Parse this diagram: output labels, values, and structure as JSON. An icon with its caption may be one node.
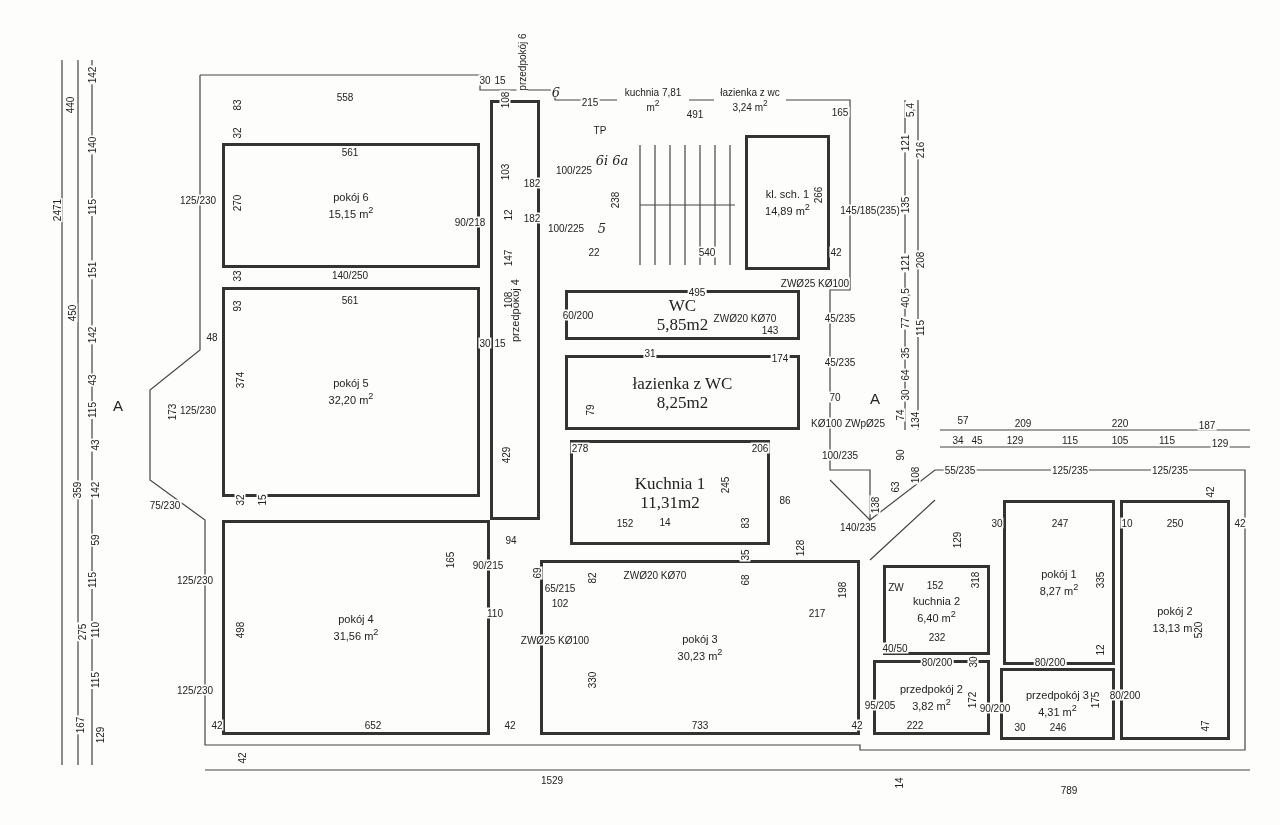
{
  "diagram": {
    "nodes": [
      {
        "text": [
          "pokój 6",
          "15,15 m$^{2}$"
        ]
      },
      {
        "text": [
          "pokój 5",
          "32,20 m$^{2}$"
        ]
      },
      {
        "text": [
          "pokój 4",
          "31,56 m$^{2}$"
        ]
      },
      {
        "text": [
          "pokój 3",
          "30,23 m$^{2}$"
        ]
      },
      {
        "text": [
          "kl. sch. 1",
          "14,89 m$^{2}$"
        ]
      },
      {
        "text": [
          "WC",
          "5,85m2"
        ]
      },
      {
        "text": [
          "łazienka z WC",
          "8,25m2"
        ]
      },
      {
        "text": [
          "Kuchnia 1",
          "11,31m2"
        ]
      },
      {
        "text": [
          "przedpokój 4"
        ]
      },
      {
        "text": [
          "kuchnia 2",
          "6,40 m$^{2}$"
        ]
      },
      {
        "text": [
          "pokój 1",
          "8,27 m$^{2}$"
        ]
      },
      {
        "text": [
          "pokój 2",
          "13,13 m$^{2}$"
        ]
      },
      {
        "text": [
          "przedpokój 2",
          "3,82 m$^{2}$"
        ]
      },
      {
        "text": [
          "przedpokój 3",
          "4,31 m$^{2}$"
        ]
      }
    ],
    "labels": [
      "przedpokój 6",
      "6",
      "215",
      "kuchnia 7,81 m$^{2}$",
      "łazienka z wc 3,24 m$^{2}$",
      "491",
      "165",
      "30",
      "15",
      "558",
      "83",
      "32",
      "561",
      "108",
      "TP",
      "6i 6a",
      "100/225",
      "182",
      "103",
      "238",
      "266",
      "145/185(235)",
      "2471",
      "440",
      "142",
      "140",
      "115",
      "151",
      "450",
      "125/230",
      "270",
      "12",
      "90/218",
      "182",
      "100/225",
      "5",
      "22",
      "540",
      "42",
      "147",
      "33",
      "140/250",
      "561",
      "93",
      "495",
      "ZWØ25 KØ100",
      "60/200",
      "ZWØ20 KØ70",
      "143",
      "45/235",
      "108",
      "48",
      "30",
      "15",
      "31",
      "174",
      "45/235",
      "142",
      "43",
      "A",
      "125/230",
      "173",
      "374",
      "429",
      "79",
      "70",
      "A",
      "KØ100 ZWpØ25",
      "278",
      "206",
      "100/235",
      "115",
      "43",
      "359",
      "142",
      "75/230",
      "32",
      "15",
      "245",
      "86",
      "138",
      "140/235",
      "59",
      "94",
      "152",
      "14",
      "83",
      "165",
      "90/215",
      "69",
      "65/215",
      "35",
      "82",
      "ZWØ20 KØ70",
      "68",
      "128",
      "198",
      "102",
      "110",
      "ZWØ25 KØ100",
      "217",
      "115",
      "275",
      "110",
      "125/230",
      "498",
      "115",
      "330",
      "125/230",
      "167",
      "129",
      "42",
      "652",
      "42",
      "733",
      "42",
      "95/205",
      "222",
      "42",
      "1529",
      "14",
      "5,4",
      "121",
      "216",
      "135",
      "121",
      "208",
      "40,5",
      "77",
      "115",
      "35",
      "64",
      "30",
      "74",
      "134",
      "90",
      "108",
      "63",
      "57",
      "209",
      "220",
      "187",
      "34",
      "45",
      "129",
      "115",
      "105",
      "115",
      "129",
      "55/235",
      "125/235",
      "125/235",
      "42",
      "30",
      "247",
      "10",
      "250",
      "42",
      "129",
      "ZW",
      "318",
      "335",
      "152",
      "232",
      "520",
      "80/200",
      "30",
      "12",
      "80/200",
      "40/50",
      "172",
      "90/200",
      "175",
      "80/200",
      "30",
      "246",
      "47",
      "789"
    ]
  }
}
